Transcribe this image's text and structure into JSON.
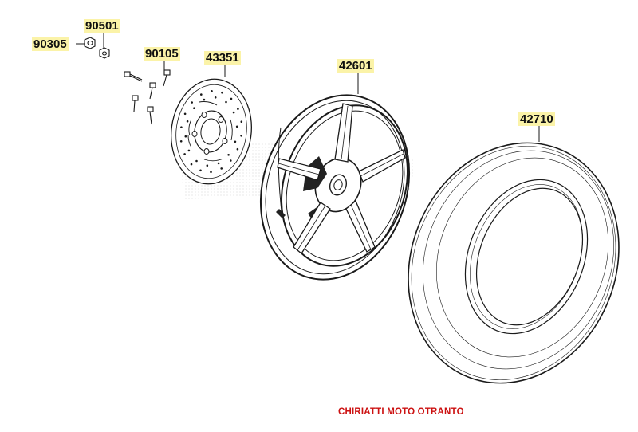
{
  "parts": {
    "p90305": "90305",
    "p90501": "90501",
    "p90105": "90105",
    "p43351": "43351",
    "p42601": "42601",
    "p42710": "42710"
  },
  "footer": {
    "text": "CHIRIATTI MOTO OTRANTO",
    "color": "#cc1111"
  },
  "colors": {
    "label_highlight": "#fbf3a8",
    "line": "#1a1a1a"
  }
}
